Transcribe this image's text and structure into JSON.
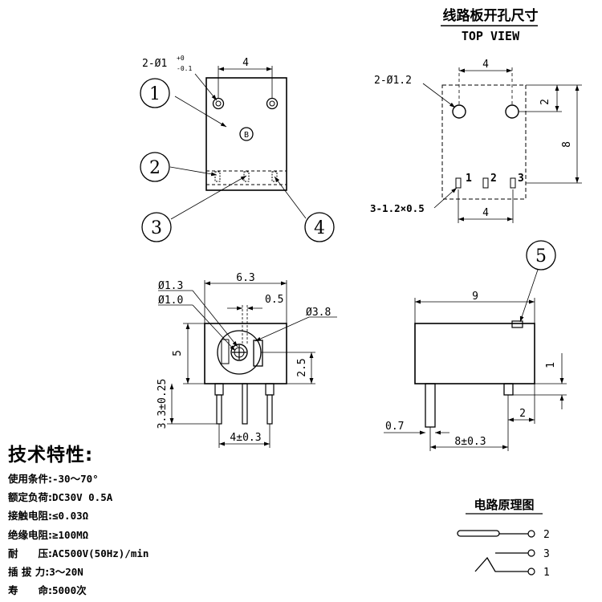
{
  "title": {
    "cn": "线路板开孔尺寸",
    "en": "TOP VIEW"
  },
  "front_view": {
    "hole_spec_prefix": "2-Ø1",
    "hole_tol_upper": "+0",
    "hole_tol_lower": "-0.1",
    "width_dim": "4",
    "center_mark": "B",
    "callouts": [
      "1",
      "2",
      "3",
      "4"
    ]
  },
  "top_view": {
    "hole_spec": "2-Ø1.2",
    "top_dim": "4",
    "offset_dim": "2",
    "height_dim": "8",
    "pin_numbers": [
      "1",
      "2",
      "3"
    ],
    "slot_spec": "3-1.2×0.5",
    "bottom_dim": "4"
  },
  "end_view": {
    "width_dim": "6.3",
    "d_outer": "Ø1.3",
    "d_inner": "Ø1.0",
    "pin_width": "0.5",
    "d_body": "Ø3.8",
    "height_dim": "5",
    "center_height": "2.5",
    "pin_length": "3.3±0.25",
    "pin_spacing": "4±0.3"
  },
  "side_view": {
    "callout": "5",
    "length_dim": "9",
    "pin_height": "1",
    "pin_offset": "2",
    "pin_thickness": "0.7",
    "pin_spacing": "8±0.3"
  },
  "specs": {
    "heading": "技术特性:",
    "rows": [
      {
        "key": "使用条件:",
        "value": "-30～70°"
      },
      {
        "key": "额定负荷:",
        "value": "DC30V 0.5A"
      },
      {
        "key": "接触电阻:",
        "value": "≤0.03Ω"
      },
      {
        "key": "绝缘电阻:",
        "value": "≥100MΩ"
      },
      {
        "key": "耐　　压:",
        "value": "AC500V(50Hz)/min"
      },
      {
        "key": "插 拔 力:",
        "value": "3～20N"
      },
      {
        "key": "寿　　命:",
        "value": "5000次"
      }
    ]
  },
  "schematic": {
    "title": "电路原理图",
    "pins": [
      "2",
      "3",
      "1"
    ]
  }
}
